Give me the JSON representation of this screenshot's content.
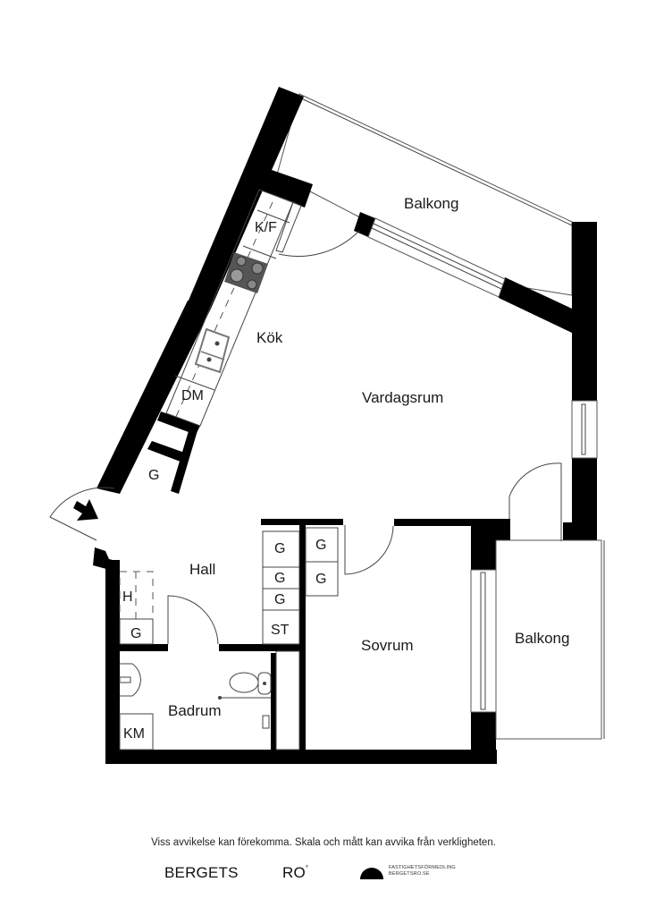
{
  "plan": {
    "rooms": {
      "balkong_top": "Balkong",
      "kok": "Kök",
      "vardagsrum": "Vardagsrum",
      "hall": "Hall",
      "badrum": "Badrum",
      "sovrum": "Sovrum",
      "balkong_right": "Balkong"
    },
    "fixtures": {
      "kf": "K/F",
      "dm": "DM",
      "g_kitchen": "G",
      "h": "H",
      "g_hall": "G",
      "km": "KM",
      "g_closet_1": "G",
      "g_closet_2": "G",
      "g_closet_3": "G",
      "st": "ST",
      "g_bedroom_1": "G",
      "g_bedroom_2": "G"
    },
    "icons": {
      "entrance": "entrance-arrow-icon",
      "stove": "stove-icon",
      "sink": "sink-icon",
      "washbasin": "washbasin-icon",
      "toilet": "toilet-icon",
      "shower": "shower-icon"
    },
    "colors": {
      "wall": "#000000",
      "line": "#444444",
      "stove": "#555555",
      "background": "#ffffff"
    }
  },
  "footer": {
    "disclaimer": "Viss avvikelse kan förekomma. Skala och mått kan avvika från verkligheten.",
    "brand_left": "BERGETS",
    "brand_mid": "RO",
    "brand_mid_mark": "°",
    "logo_line1": "FASTIGHETSFÖRMEDLING",
    "logo_line2": "BERGETSRO.SE"
  }
}
